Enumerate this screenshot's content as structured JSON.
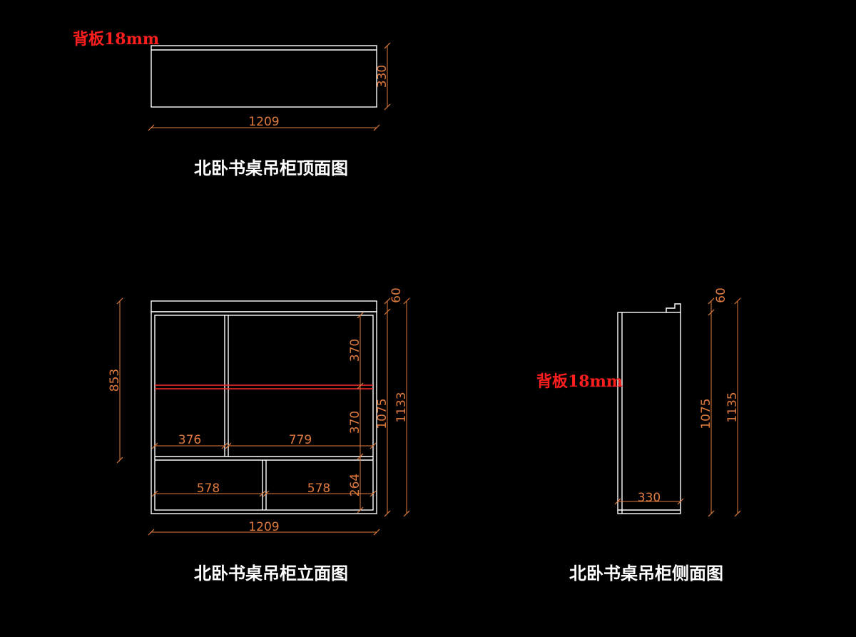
{
  "colors": {
    "background": "#000000",
    "outline": "#ffffff",
    "dimension": "#e07a3c",
    "annotation": "#ff1e1e"
  },
  "top_view": {
    "title": "北卧书桌吊柜顶面图",
    "back_panel_note": "背板18mm",
    "width_dim": "1209",
    "depth_dim": "330"
  },
  "front_view": {
    "title": "北卧书桌吊柜立面图",
    "width_dim": "1209",
    "upper_section_height": "853",
    "upper_shelf_top": "370",
    "upper_shelf_bottom": "370",
    "left_compartment_width": "376",
    "right_compartment_width": "779",
    "lower_left_width": "578",
    "lower_right_width": "578",
    "lower_height": "264",
    "inner_height": "1075",
    "total_height": "1133",
    "top_offset": "60"
  },
  "side_view": {
    "title": "北卧书桌吊柜侧面图",
    "back_panel_note": "背板18mm",
    "depth_dim": "330",
    "inner_height": "1075",
    "total_height": "1135",
    "top_offset": "60"
  }
}
